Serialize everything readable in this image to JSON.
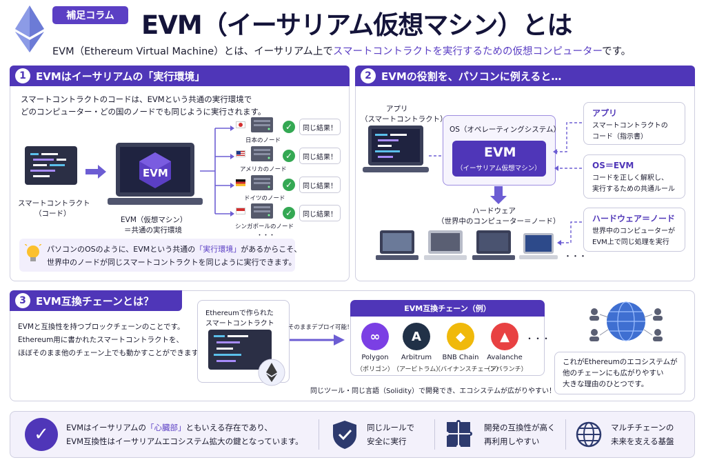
{
  "header": {
    "tag": "補足コラム",
    "title": "EVM（イーサリアム仮想マシン）とは",
    "subtitle_pre": "EVM（Ethereum Virtual Machine）とは、イーサリアム上で",
    "subtitle_highlight": "スマートコントラクトを実行するための仮想コンピューター",
    "subtitle_post": "です。"
  },
  "section1": {
    "num": "1",
    "title": "EVMはイーサリアムの「実行環境」",
    "desc_line1": "スマートコントラクトのコードは、EVMという共通の実行環境で",
    "desc_line2": "どのコンピューター・どの国のノードでも同じように実行されます。",
    "code_label_1": "スマートコントラクト",
    "code_label_2": "（コード）",
    "evm_screen": "EVM",
    "evm_label_1": "EVM（仮想マシン）",
    "evm_label_2": "＝共通の実行環境",
    "nodes": [
      {
        "name": "日本のノード",
        "result": "同じ結果！"
      },
      {
        "name": "アメリカのノード",
        "result": "同じ結果！"
      },
      {
        "name": "ドイツのノード",
        "result": "同じ結果！"
      },
      {
        "name": "シンガポールのノード",
        "result": "同じ結果！"
      }
    ],
    "more": "・・・",
    "tip_line1_pre": "パソコンのOSのように、EVMという共通の",
    "tip_line1_hl": "「実行環境」",
    "tip_line1_post": "があるからこそ、",
    "tip_line2": "世界中のノードが同じスマートコントラクトを同じように実行できます。"
  },
  "section2": {
    "num": "2",
    "title": "EVMの役割を、パソコンに例えると…",
    "app_label_1": "アプリ",
    "app_label_2": "（スマートコントラクト）",
    "os_label": "OS（オペレーティングシステム）",
    "evm_title": "EVM",
    "evm_sub": "（イーサリアム仮想マシン）",
    "hw_label_1": "ハードウェア",
    "hw_label_2": "（世界中のコンピューター＝ノード）",
    "more": "・・・",
    "boxes": [
      {
        "title": "アプリ",
        "line1": "スマートコントラクトの",
        "line2": "コード（指示書）"
      },
      {
        "title": "OS＝EVM",
        "line1": "コードを正しく解釈し、",
        "line2": "実行するための共通ルール"
      },
      {
        "title": "ハードウェア＝ノード",
        "line1": "世界中のコンピューターが",
        "line2": "EVM上で同じ処理を実行"
      }
    ]
  },
  "section3": {
    "num": "3",
    "title": "EVM互換チェーンとは？",
    "desc_line1": "EVMと互換性を持つブロックチェーンのことです。",
    "desc_line2": "Ethereum用に書かれたスマートコントラクトを、",
    "desc_line3": "ほぼそのまま他のチェーン上でも動かすことができます。",
    "contract_label_1": "Ethereumで作られた",
    "contract_label_2": "スマートコントラクト",
    "deploy_label": "そのままデプロイ可能！",
    "chains_title": "EVM互換チェーン（例）",
    "chains": [
      {
        "name": "Polygon",
        "sub": "（ポリゴン）",
        "color": "#7b3fe4"
      },
      {
        "name": "Arbitrum",
        "sub": "（アービトラム）",
        "color": "#213147"
      },
      {
        "name": "BNB Chain",
        "sub": "（バイナンスチェーン）",
        "color": "#f0b90b"
      },
      {
        "name": "Avalanche",
        "sub": "（アバランチ）",
        "color": "#e84142"
      }
    ],
    "more": "・・・",
    "footnote": "同じツール・同じ言語（Solidity）で開発でき、エコシステムが広がりやすい！",
    "eco_line1": "これがEthereumのエコシステムが",
    "eco_line2": "他のチェーンにも広がりやすい",
    "eco_line3": "大きな理由のひとつです。"
  },
  "bottom": {
    "main_line1_pre": "EVMはイーサリアムの",
    "main_line1_hl": "「心臓部」",
    "main_line1_post": "ともいえる存在であり、",
    "main_line2": "EVM互換性はイーサリアムエコシステム拡大の鍵となっています。",
    "points": [
      {
        "line1": "同じルールで",
        "line2": "安全に実行"
      },
      {
        "line1": "開発の互換性が高く",
        "line2": "再利用しやすい"
      },
      {
        "line1": "マルチチェーンの",
        "line2": "未来を支える基盤"
      }
    ]
  }
}
